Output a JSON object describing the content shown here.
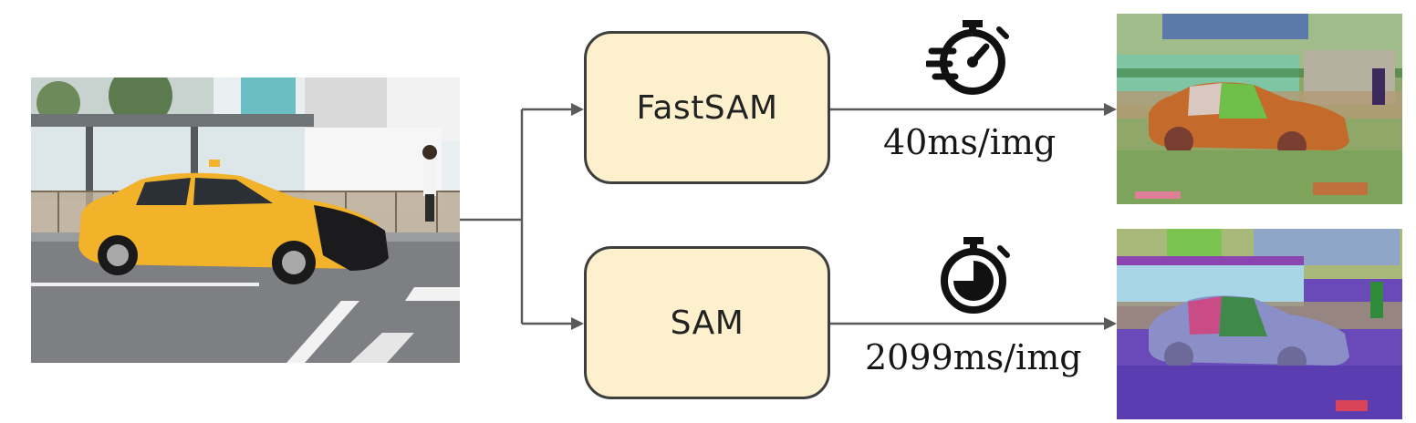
{
  "models": [
    {
      "name": "FastSAM",
      "speed": "40ms/img",
      "icon": "fast-stopwatch-icon"
    },
    {
      "name": "SAM",
      "speed": "2099ms/img",
      "icon": "stopwatch-icon"
    }
  ],
  "input_image": {
    "description_icon": "taxi-photo",
    "car_color": "#f2b22a"
  },
  "colors": {
    "box_fill": "#fdf1cd",
    "box_border": "#3e3e3e",
    "arrow": "#5a5a5a",
    "fastsam_ground": "#8fa86a",
    "sam_ground": "#6a49b8"
  }
}
